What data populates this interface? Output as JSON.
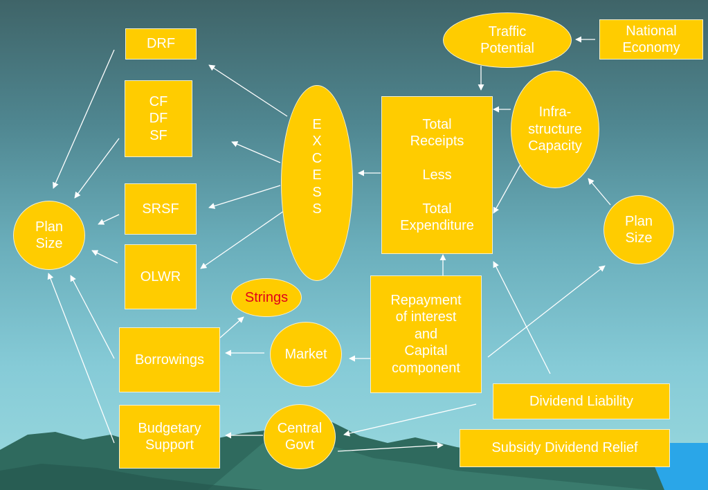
{
  "nodes": {
    "drf": "DRF",
    "cf_df_sf": "CF\n DF\nSF",
    "srsf": "SRSF",
    "olwr": "OLWR",
    "plan_size_left": "Plan\nSize",
    "plan_size_right": "Plan\nSize",
    "excess": "E\nX\nC\nE\nS\nS",
    "total_receipts": "Total\nReceipts\n\nLess\n\nTotal\nExpenditure",
    "traffic_potential": "Traffic\nPotential",
    "national_economy": "National\nEconomy",
    "infra_capacity": "Infra-\nstructure\nCapacity",
    "strings": "Strings",
    "repayment": "Repayment\nof interest\nand\nCapital\ncomponent",
    "borrowings": "Borrowings",
    "market": "Market",
    "dividend_liability": "Dividend Liability",
    "budgetary_support": "Budgetary\nSupport",
    "central_govt": "Central\nGovt",
    "subsidy_dividend_relief": "Subsidy Dividend Relief"
  },
  "colors": {
    "node_fill": "#ffcc00",
    "node_text": "#ffffff",
    "highlight_text": "#e0001a",
    "arrow": "#ffffff",
    "mountain": "#2f6a5e",
    "sea": "#2aa6e8"
  }
}
